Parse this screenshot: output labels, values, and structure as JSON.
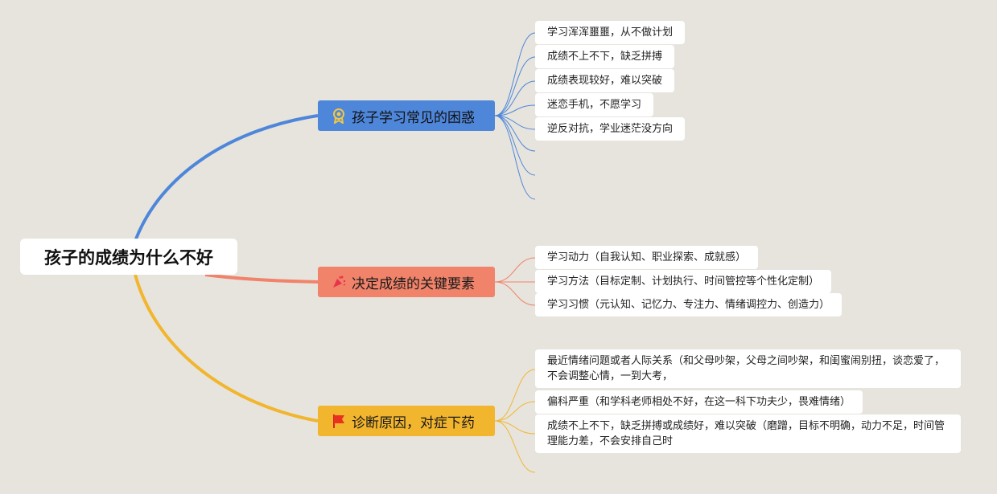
{
  "root": {
    "title": "孩子的成绩为什么不好"
  },
  "branches": [
    {
      "label": "孩子学习常见的困惑",
      "icon": "award-medal-icon",
      "color": "#4e86d9",
      "items": [
        "学习浑浑噩噩，从不做计划",
        "成绩不上不下，缺乏拼搏",
        "成绩表现较好，难以突破",
        "迷恋手机，不愿学习",
        "逆反对抗，学业迷茫没方向"
      ]
    },
    {
      "label": "决定成绩的关键要素",
      "icon": "party-popper-icon",
      "color": "#f0836a",
      "items": [
        "学习动力（自我认知、职业探索、成就感）",
        "学习方法（目标定制、计划执行、时间管控等个性化定制）",
        "学习习惯（元认知、记忆力、专注力、情绪调控力、创造力）"
      ]
    },
    {
      "label": "诊断原因，对症下药",
      "icon": "red-flag-icon",
      "color": "#f2b52e",
      "items": [
        "最近情绪问题或者人际关系（和父母吵架，父母之间吵架，和闺蜜闹别扭，谈恋爱了，不会调整心情，一到大考，",
        "偏科严重（和学科老师相处不好，在这一科下功夫少，畏难情绪）",
        "成绩不上不下，缺乏拼搏或成绩好，难以突破（磨蹭，目标不明确，动力不足，时间管理能力差，不会安排自己时"
      ]
    }
  ]
}
